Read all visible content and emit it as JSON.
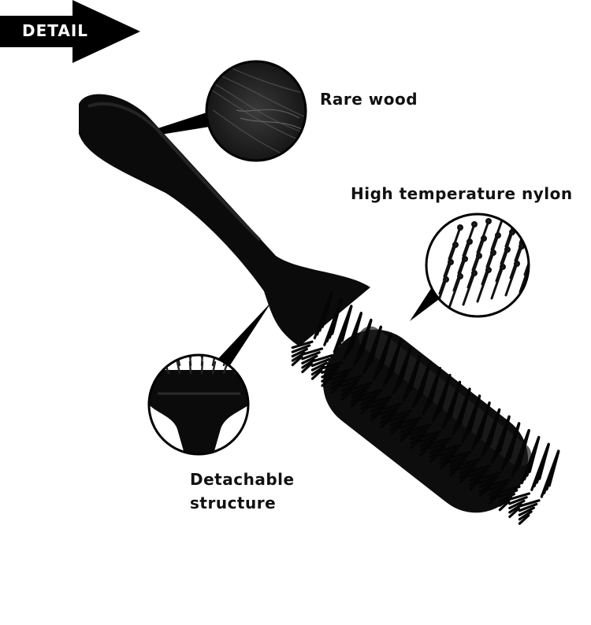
{
  "banner": {
    "label": "DETAIL"
  },
  "callouts": [
    {
      "id": "wood",
      "label": "Rare wood"
    },
    {
      "id": "nylon",
      "label": "High temperature nylon"
    },
    {
      "id": "detach",
      "label": "Detachable structure",
      "lines": [
        "Detachable",
        "structure"
      ]
    }
  ],
  "colors": {
    "brush": "#0b0b0b",
    "banner": "#000000",
    "text": "#111111"
  }
}
